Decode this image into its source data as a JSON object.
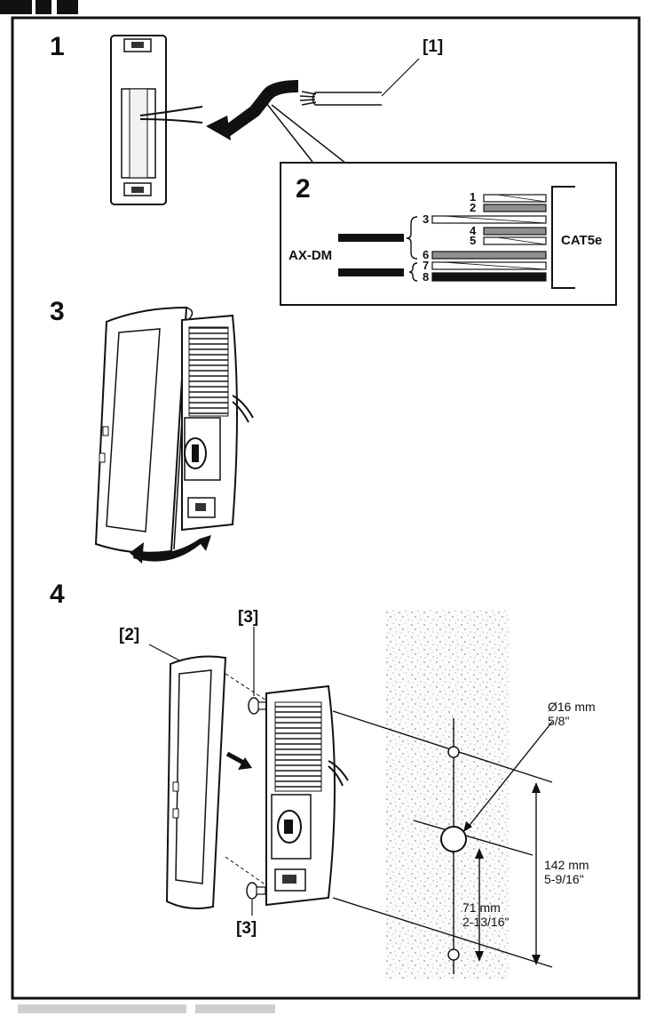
{
  "colors": {
    "ink": "#111111",
    "paper": "#ffffff",
    "grey": "#8f8f8f",
    "wall": "#f4f4f4"
  },
  "steps": {
    "s1": "1",
    "s2": "2",
    "s3": "3",
    "s4": "4"
  },
  "callouts": {
    "c1": "[1]",
    "c2": "[2]",
    "c3a": "[3]",
    "c3b": "[3]"
  },
  "wiring": {
    "left_label": "AX-DM",
    "right_label": "CAT5e",
    "wire_numbers": [
      "1",
      "2",
      "3",
      "4",
      "5",
      "6",
      "7",
      "8"
    ]
  },
  "dimensions": {
    "hole_metric": "Ø16 mm",
    "hole_imperial": "5/8\"",
    "span_metric": "142 mm",
    "span_imperial": "5-9/16\"",
    "half_metric": "71 mm",
    "half_imperial": "2-13/16\""
  }
}
